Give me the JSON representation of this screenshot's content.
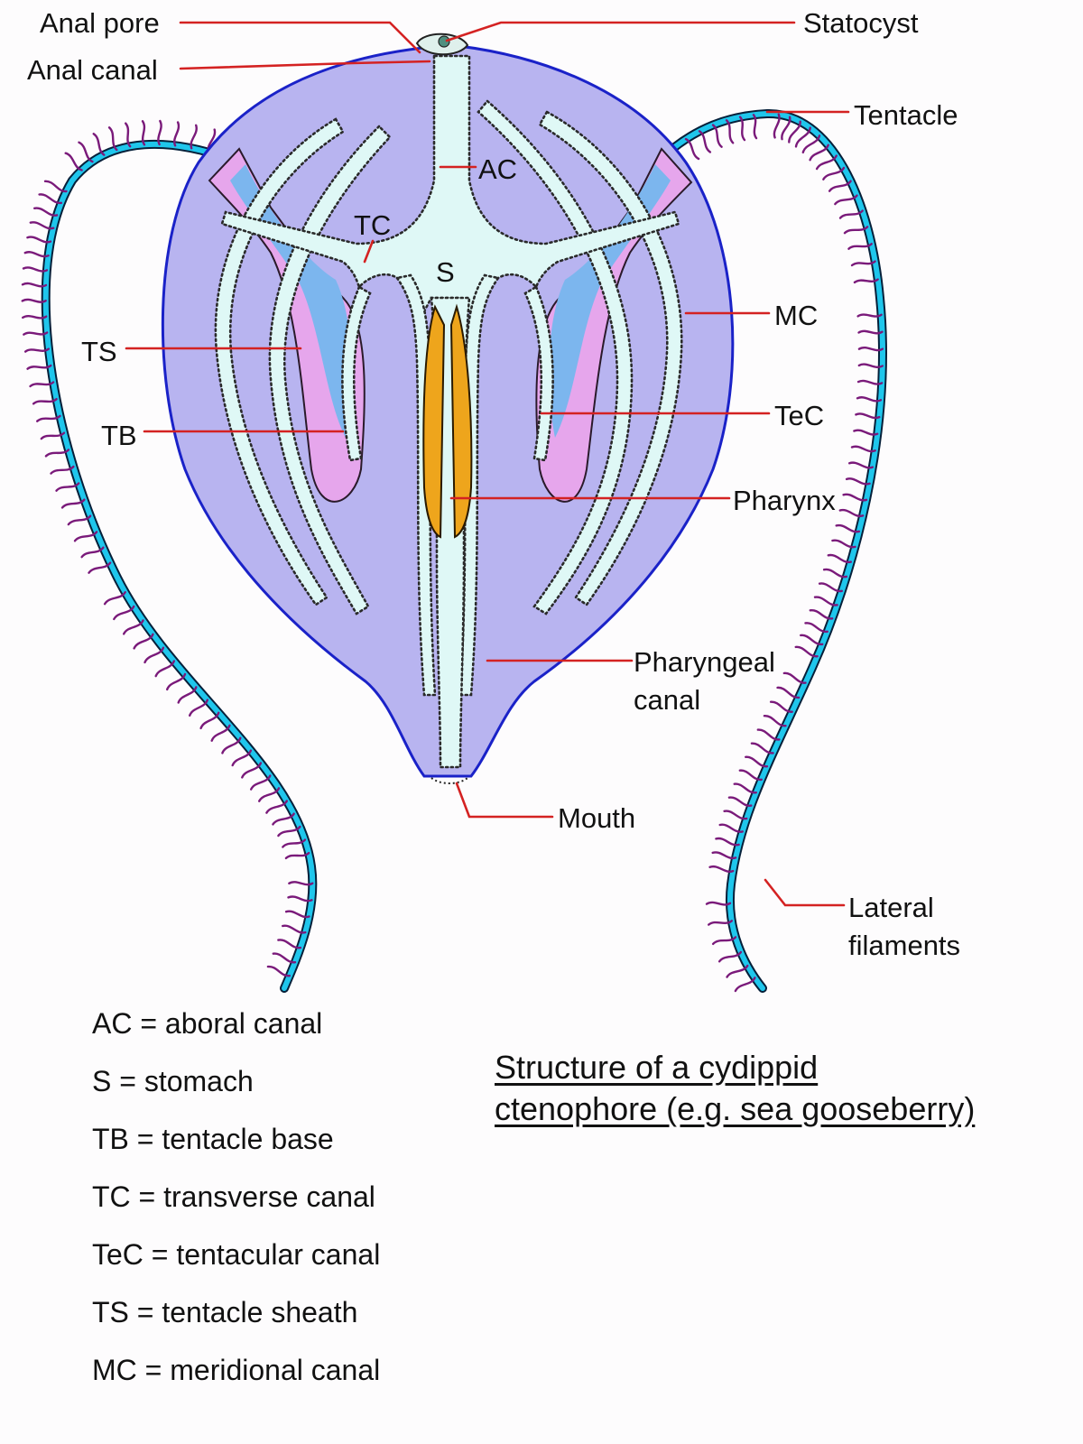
{
  "labels": {
    "anal_pore": "Anal pore",
    "anal_canal": "Anal canal",
    "statocyst": "Statocyst",
    "tentacle": "Tentacle",
    "ac": "AC",
    "tc": "TC",
    "s": "S",
    "mc": "MC",
    "ts": "TS",
    "tec": "TeC",
    "tb": "TB",
    "pharynx": "Pharynx",
    "pharyngeal_canal_line1": "Pharyngeal",
    "pharyngeal_canal_line2": "canal",
    "mouth": "Mouth",
    "lateral_filaments_line1": "Lateral",
    "lateral_filaments_line2": "filaments"
  },
  "legend": [
    "AC = aboral canal",
    "S = stomach",
    "TB = tentacle base",
    "TC = transverse canal",
    "TeC = tentacular canal",
    "TS = tentacle sheath",
    "MC = meridional canal"
  ],
  "caption": {
    "line1": "Structure of a cydippid",
    "line2": "ctenophore (e.g. sea gooseberry)"
  },
  "colors": {
    "body_fill": "#b8b4f0",
    "body_outline": "#1a22c8",
    "canal_fill": "#dff8f6",
    "tentacle": "#1fc6ec",
    "tentacle_sheath": "#e6a6ec",
    "tentacle_base": "#7cb6ee",
    "pharynx": "#eea51c",
    "lateral_filaments": "#7a1a7a",
    "leader_lines": "#d42222"
  }
}
